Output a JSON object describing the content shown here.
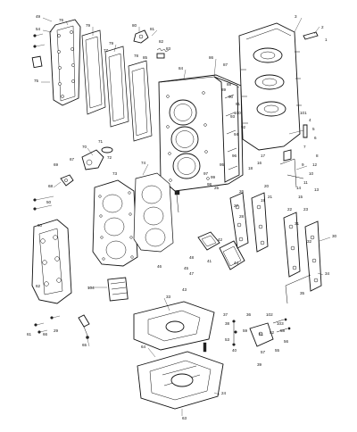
{
  "callouts": [
    {
      "id": "c1",
      "text": "49"
    },
    {
      "id": "c2",
      "text": "54"
    },
    {
      "id": "c3",
      "text": "76"
    },
    {
      "id": "c4",
      "text": "79"
    },
    {
      "id": "c5",
      "text": "75"
    },
    {
      "id": "c6",
      "text": "79"
    },
    {
      "id": "c7",
      "text": "80"
    },
    {
      "id": "c8",
      "text": "81"
    },
    {
      "id": "c9",
      "text": "82"
    },
    {
      "id": "c10",
      "text": "83"
    },
    {
      "id": "c11",
      "text": "84"
    },
    {
      "id": "c12",
      "text": "85"
    },
    {
      "id": "c13",
      "text": "78"
    },
    {
      "id": "c14",
      "text": "77"
    },
    {
      "id": "c15",
      "text": "86"
    },
    {
      "id": "c16",
      "text": "87"
    },
    {
      "id": "c17",
      "text": "88"
    },
    {
      "id": "c18",
      "text": "90"
    },
    {
      "id": "c19",
      "text": "93"
    },
    {
      "id": "c20",
      "text": "94"
    },
    {
      "id": "c21",
      "text": "96"
    },
    {
      "id": "c22",
      "text": "99"
    },
    {
      "id": "c23",
      "text": "3"
    },
    {
      "id": "c24",
      "text": "2"
    },
    {
      "id": "c25",
      "text": "1"
    },
    {
      "id": "c26",
      "text": "4"
    },
    {
      "id": "c27",
      "text": "5"
    },
    {
      "id": "c28",
      "text": "6"
    },
    {
      "id": "c29",
      "text": "7"
    },
    {
      "id": "c30",
      "text": "8"
    },
    {
      "id": "c31",
      "text": "9"
    },
    {
      "id": "c32",
      "text": "10"
    },
    {
      "id": "c33",
      "text": "11"
    },
    {
      "id": "c34",
      "text": "12"
    },
    {
      "id": "c35",
      "text": "13"
    },
    {
      "id": "c36",
      "text": "14"
    },
    {
      "id": "c37",
      "text": "15"
    },
    {
      "id": "c38",
      "text": "16"
    },
    {
      "id": "c39",
      "text": "17"
    },
    {
      "id": "c40",
      "text": "18"
    },
    {
      "id": "c41",
      "text": "19"
    },
    {
      "id": "c42",
      "text": "20"
    },
    {
      "id": "c43",
      "text": "21"
    },
    {
      "id": "c44",
      "text": "22"
    },
    {
      "id": "c45",
      "text": "23"
    },
    {
      "id": "c46",
      "text": "24"
    },
    {
      "id": "c47",
      "text": "25"
    },
    {
      "id": "c48",
      "text": "26"
    },
    {
      "id": "c49",
      "text": "27"
    },
    {
      "id": "c50",
      "text": "28"
    },
    {
      "id": "c51",
      "text": "29"
    },
    {
      "id": "c52",
      "text": "30"
    },
    {
      "id": "c53",
      "text": "31"
    },
    {
      "id": "c54",
      "text": "32"
    },
    {
      "id": "c55",
      "text": "33"
    },
    {
      "id": "c56",
      "text": "34"
    },
    {
      "id": "c57",
      "text": "35"
    },
    {
      "id": "c58",
      "text": "36"
    },
    {
      "id": "c59",
      "text": "37"
    },
    {
      "id": "c60",
      "text": "38"
    },
    {
      "id": "c61",
      "text": "39"
    },
    {
      "id": "c62",
      "text": "40"
    },
    {
      "id": "c63",
      "text": "41"
    },
    {
      "id": "c64",
      "text": "42"
    },
    {
      "id": "c65",
      "text": "43"
    },
    {
      "id": "c66",
      "text": "44"
    },
    {
      "id": "c67",
      "text": "45"
    },
    {
      "id": "c68",
      "text": "46"
    },
    {
      "id": "c69",
      "text": "47"
    },
    {
      "id": "c70",
      "text": "48"
    },
    {
      "id": "c71",
      "text": "50"
    },
    {
      "id": "c72",
      "text": "51"
    },
    {
      "id": "c73",
      "text": "52"
    },
    {
      "id": "c74",
      "text": "53"
    },
    {
      "id": "c75",
      "text": "55"
    },
    {
      "id": "c76",
      "text": "56"
    },
    {
      "id": "c77",
      "text": "57"
    },
    {
      "id": "c78",
      "text": "58"
    },
    {
      "id": "c79",
      "text": "59"
    },
    {
      "id": "c80",
      "text": "60"
    },
    {
      "id": "c81",
      "text": "61"
    },
    {
      "id": "c82",
      "text": "62"
    },
    {
      "id": "c83",
      "text": "63"
    },
    {
      "id": "c84",
      "text": "64"
    },
    {
      "id": "c85",
      "text": "65"
    },
    {
      "id": "c86",
      "text": "66"
    },
    {
      "id": "c87",
      "text": "67"
    },
    {
      "id": "c88",
      "text": "68"
    },
    {
      "id": "c89",
      "text": "69"
    },
    {
      "id": "c90",
      "text": "70"
    },
    {
      "id": "c91",
      "text": "71"
    },
    {
      "id": "c92",
      "text": "72"
    },
    {
      "id": "c93",
      "text": "73"
    },
    {
      "id": "c94",
      "text": "74"
    },
    {
      "id": "c95",
      "text": "100"
    },
    {
      "id": "c96",
      "text": "101"
    },
    {
      "id": "c97",
      "text": "102"
    },
    {
      "id": "c98",
      "text": "103"
    },
    {
      "id": "c99",
      "text": "104"
    },
    {
      "id": "c100",
      "text": "95"
    },
    {
      "id": "c101",
      "text": "97"
    },
    {
      "id": "c102",
      "text": "98"
    },
    {
      "id": "c103",
      "text": "89"
    },
    {
      "id": "c104",
      "text": "91"
    },
    {
      "id": "c105",
      "text": "92"
    }
  ]
}
